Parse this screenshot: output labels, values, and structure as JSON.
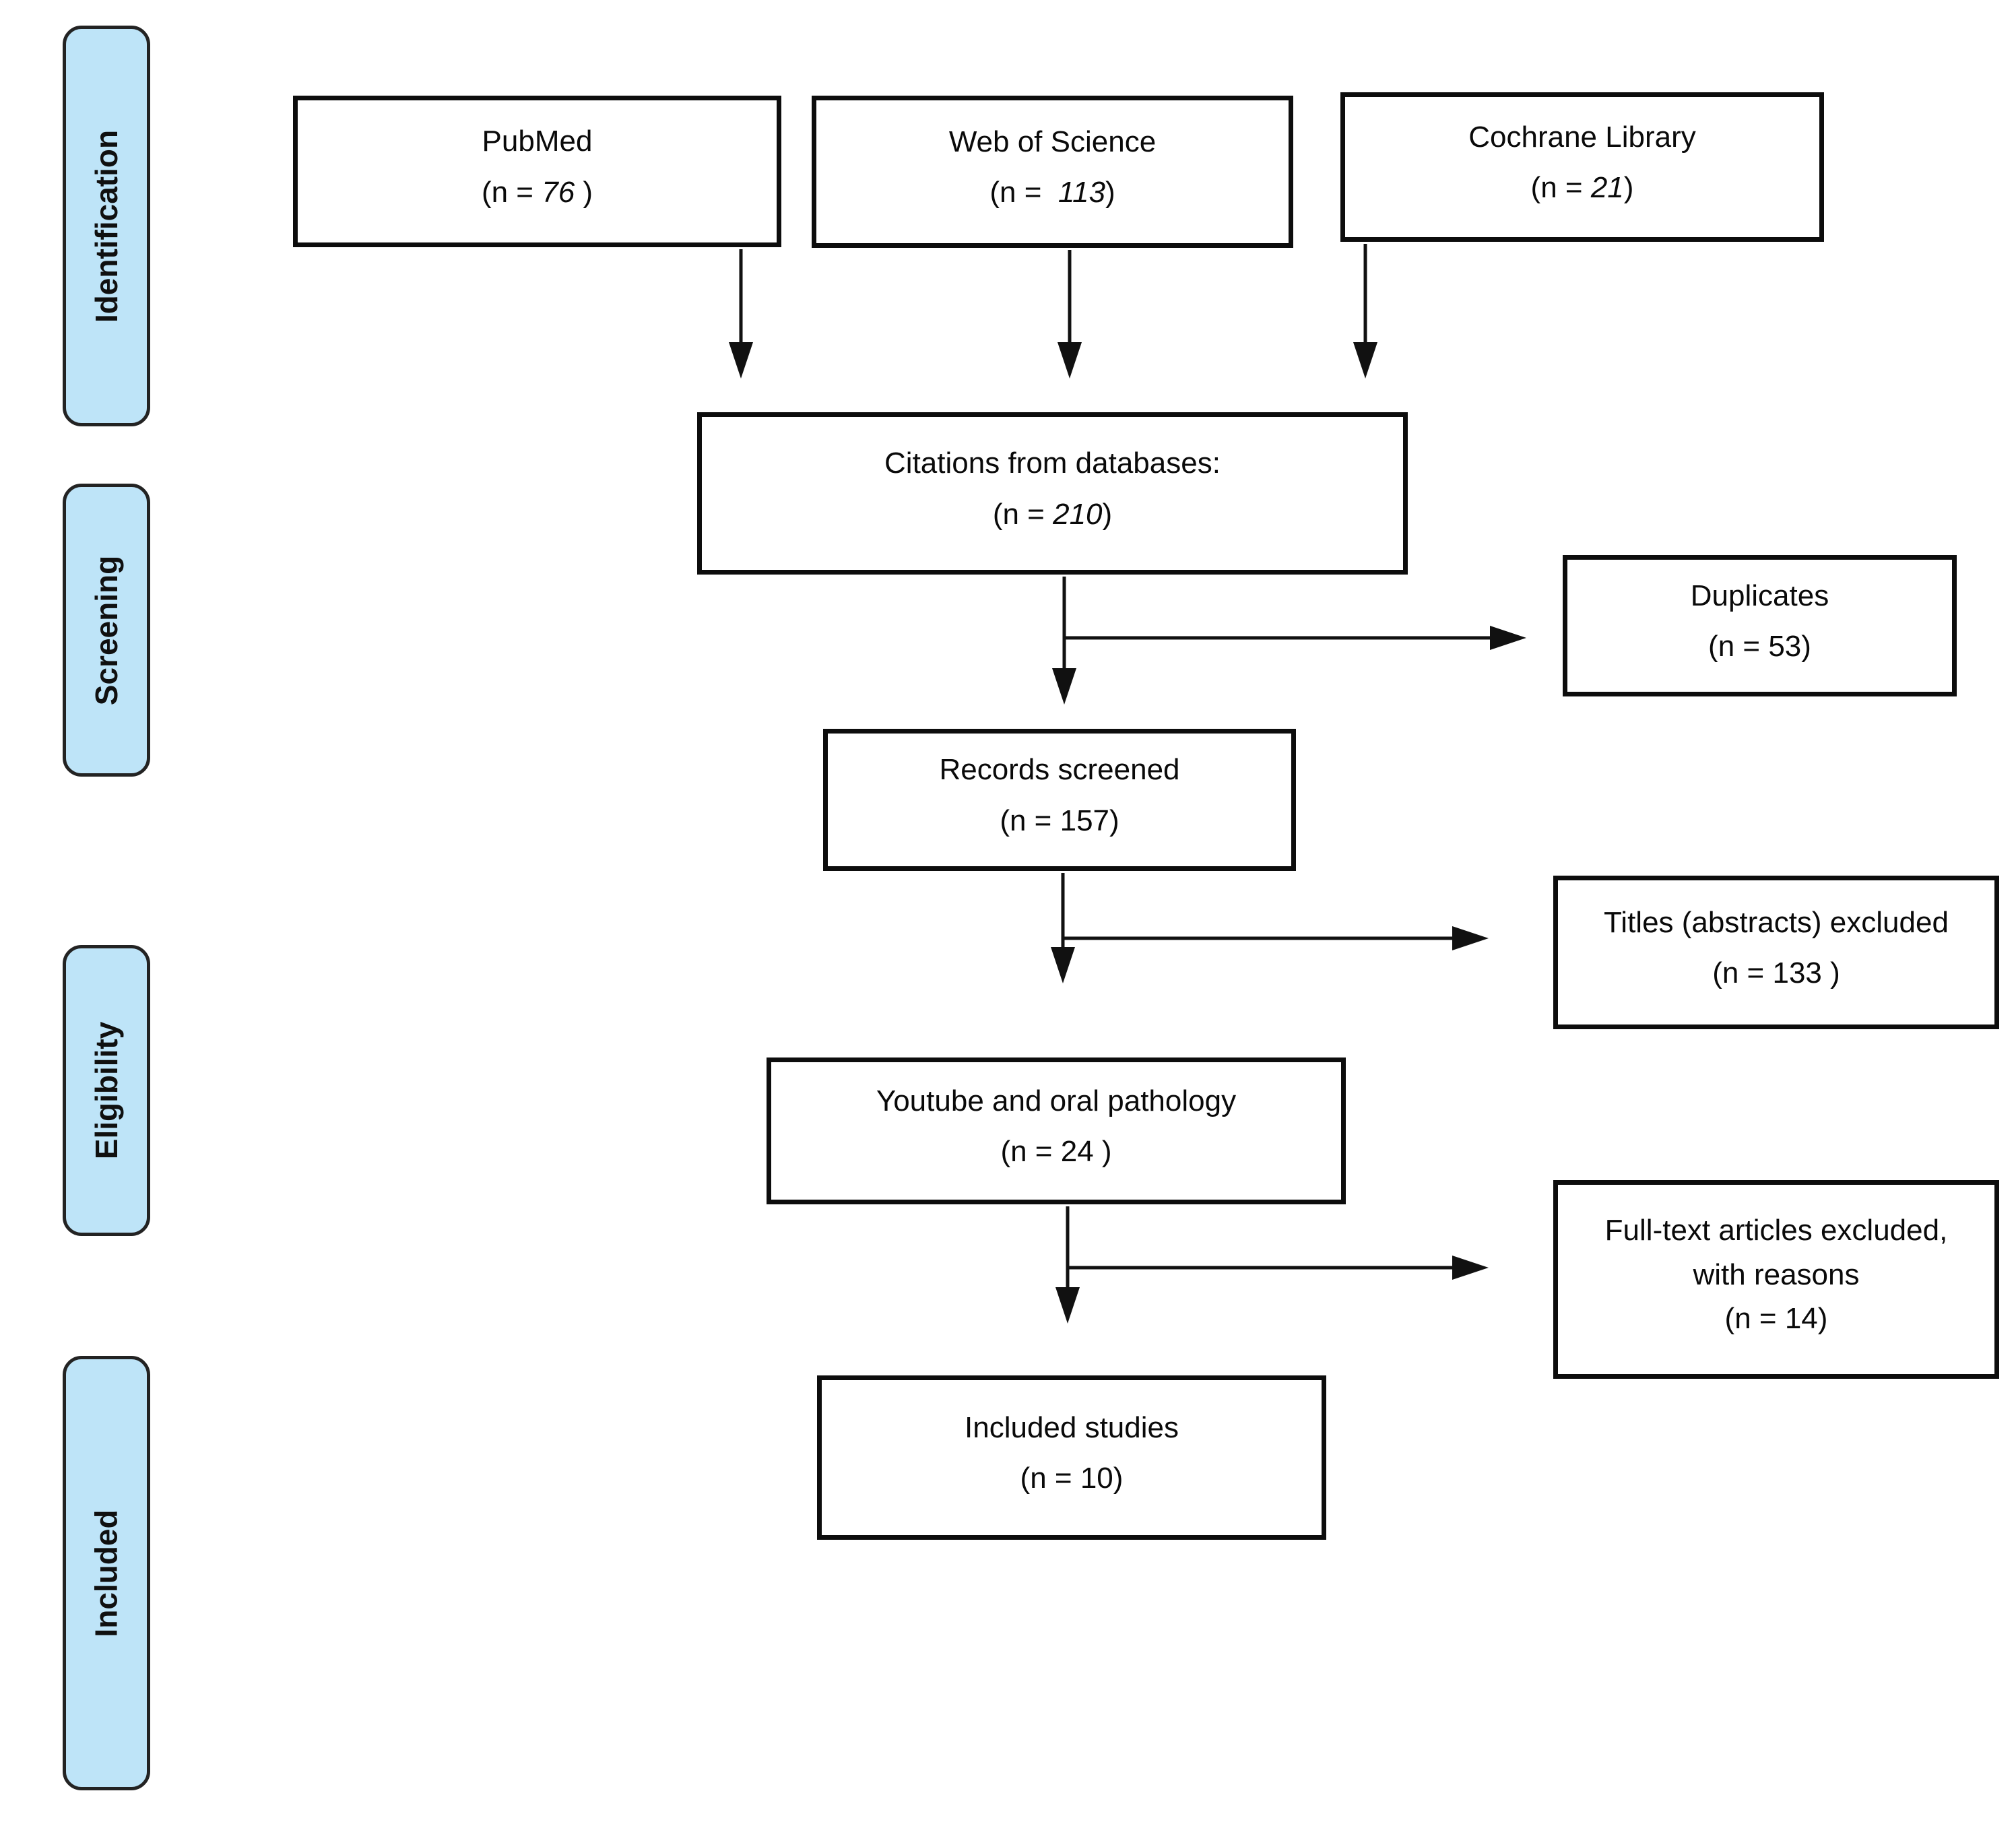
{
  "figure": {
    "kind": "prisma-flow-diagram",
    "palette": {
      "background": "#FFFFFF",
      "stage_fill": "#BEE4F8",
      "stage_border": "#232323",
      "node_border": "#0D0D0D",
      "arrow": "#111111",
      "text": "#0A0A0A"
    }
  },
  "stages": [
    {
      "id": "identification",
      "label": "Identification"
    },
    {
      "id": "screening",
      "label": "Screening"
    },
    {
      "id": "eligibility",
      "label": "Eligibility"
    },
    {
      "id": "included",
      "label": "Included"
    }
  ],
  "nodes": {
    "pubmed": {
      "title": "PubMed",
      "n_prefix": "(n = ",
      "n_value": "76",
      "n_suffix": " )"
    },
    "web_of_science": {
      "title": "Web of Science",
      "n_prefix": "(n =  ",
      "n_value": "113",
      "n_suffix": ")"
    },
    "cochrane": {
      "title": "Cochrane Library",
      "n_prefix": "(n = ",
      "n_value": "21",
      "n_suffix": ")"
    },
    "citations": {
      "title": "Citations from databases:",
      "n_prefix": "(n = ",
      "n_value": "210",
      "n_suffix": ")"
    },
    "duplicates": {
      "title": "Duplicates",
      "n_prefix": "(n = ",
      "n_value": "53",
      "n_suffix": ")"
    },
    "records_screened": {
      "title": "Records screened",
      "n_prefix": "(n = ",
      "n_value": "157",
      "n_suffix": ")"
    },
    "titles_excluded": {
      "title": "Titles (abstracts) excluded",
      "n_prefix": "(n = ",
      "n_value": "133",
      "n_suffix": " )"
    },
    "youtube": {
      "title": "Youtube and oral pathology",
      "n_prefix": "(n = ",
      "n_value": "24",
      "n_suffix": " )"
    },
    "fulltext_excluded": {
      "title": "Full-text articles excluded,",
      "title2": "with reasons",
      "n_prefix": "(n = ",
      "n_value": "14",
      "n_suffix": ")"
    },
    "included_studies": {
      "title": "Included studies",
      "n_prefix": "(n = ",
      "n_value": "10",
      "n_suffix": ")"
    }
  },
  "edges": [
    {
      "from": "pubmed",
      "to": "citations"
    },
    {
      "from": "web_of_science",
      "to": "citations"
    },
    {
      "from": "cochrane",
      "to": "citations"
    },
    {
      "from": "citations",
      "to": "duplicates"
    },
    {
      "from": "citations",
      "to": "records_screened"
    },
    {
      "from": "records_screened",
      "to": "titles_excluded"
    },
    {
      "from": "records_screened",
      "to": "youtube"
    },
    {
      "from": "youtube",
      "to": "fulltext_excluded"
    },
    {
      "from": "youtube",
      "to": "included_studies"
    }
  ]
}
